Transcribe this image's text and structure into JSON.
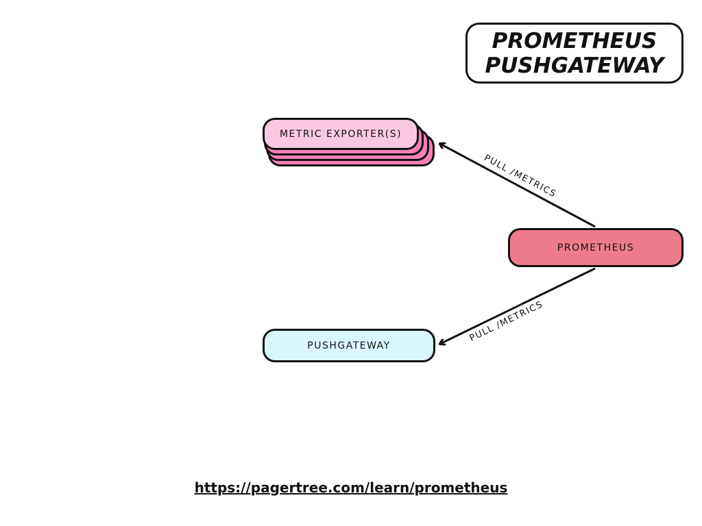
{
  "title": {
    "line1": "PROMETHEUS",
    "line2": "PUSHGATEWAY"
  },
  "nodes": {
    "exporters": "METRIC EXPORTER(S)",
    "prometheus": "PROMETHEUS",
    "pushgateway": "PUSHGATEWAY"
  },
  "edges": [
    {
      "from": "PROMETHEUS",
      "to": "METRIC EXPORTER(S)",
      "label": "PULL /METRICS"
    },
    {
      "from": "PROMETHEUS",
      "to": "PUSHGATEWAY",
      "label": "PULL /METRICS"
    }
  ],
  "footer": {
    "link": "https://pagertree.com/learn/prometheus"
  },
  "colors": {
    "exporter": "#fbc8e2",
    "exporter_stack": "#f77fb8",
    "prometheus": "#ee7b8c",
    "pushgateway": "#d9f6fd"
  }
}
